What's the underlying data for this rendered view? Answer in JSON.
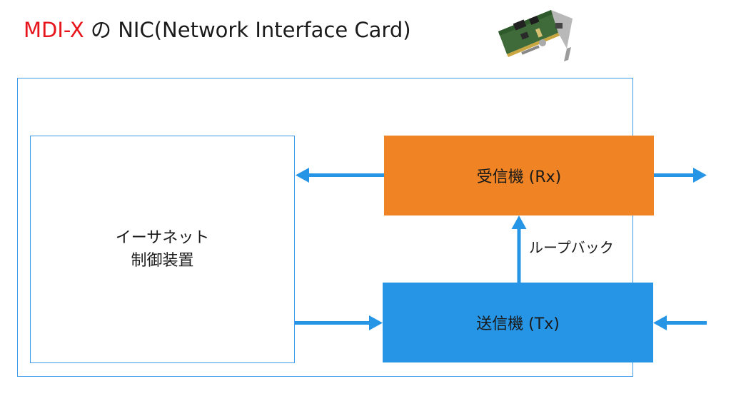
{
  "title": {
    "accent": "MDI-X",
    "rest": " の NIC(Network Interface Card)"
  },
  "ethernet_controller": {
    "line1": "イーサネット",
    "line2": "制御装置"
  },
  "receiver": {
    "label": "受信機 (Rx)"
  },
  "transmitter": {
    "label": "送信機 (Tx)"
  },
  "loopback": {
    "label": "ループバック"
  },
  "colors": {
    "receiver": "#f08424",
    "transmitter": "#2795e6",
    "arrow": "#2795e6",
    "border": "#3d9be9",
    "title_accent": "#e8141b"
  }
}
